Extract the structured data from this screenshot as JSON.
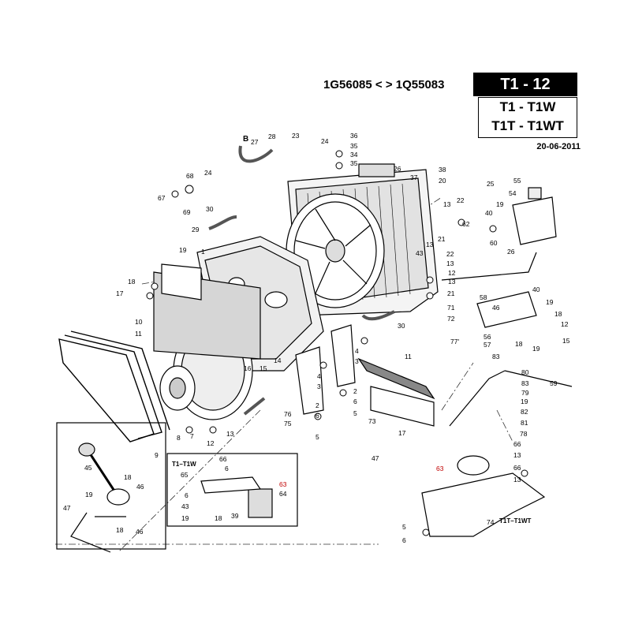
{
  "header": {
    "serial_range": "1G56085 < > 1Q55083",
    "code": "T1 - 12",
    "models": [
      "T1 - T1W",
      "T1T - T1WT"
    ],
    "date": "20-06-2011"
  },
  "insets": {
    "t1_t1w": "T1–T1W",
    "t1t_t1wt": "T1T–T1WT"
  },
  "callout_b": "B",
  "part_labels": [
    {
      "id": "27",
      "text": "27",
      "red": false
    },
    {
      "id": "28",
      "text": "28",
      "red": false
    },
    {
      "id": "23",
      "text": "23",
      "red": false
    },
    {
      "id": "24a",
      "text": "24",
      "red": false
    },
    {
      "id": "36",
      "text": "36",
      "red": false
    },
    {
      "id": "35a",
      "text": "35",
      "red": false
    },
    {
      "id": "34",
      "text": "34",
      "red": false
    },
    {
      "id": "35b",
      "text": "35",
      "red": false
    },
    {
      "id": "26a",
      "text": "26",
      "red": false
    },
    {
      "id": "37",
      "text": "37",
      "red": false
    },
    {
      "id": "38",
      "text": "38",
      "red": false
    },
    {
      "id": "20",
      "text": "20",
      "red": false
    },
    {
      "id": "25",
      "text": "25",
      "red": false
    },
    {
      "id": "55",
      "text": "55",
      "red": false
    },
    {
      "id": "54",
      "text": "54",
      "red": false
    },
    {
      "id": "68",
      "text": "68",
      "red": false
    },
    {
      "id": "24b",
      "text": "24",
      "red": false
    },
    {
      "id": "67",
      "text": "67",
      "red": false
    },
    {
      "id": "69",
      "text": "69",
      "red": false
    },
    {
      "id": "30a",
      "text": "30",
      "red": false
    },
    {
      "id": "29",
      "text": "29",
      "red": false
    },
    {
      "id": "13a",
      "text": "13",
      "red": false
    },
    {
      "id": "22a",
      "text": "22",
      "red": false
    },
    {
      "id": "40a",
      "text": "40",
      "red": false
    },
    {
      "id": "19a",
      "text": "19",
      "red": false
    },
    {
      "id": "62",
      "text": "62",
      "red": false
    },
    {
      "id": "21a",
      "text": "21",
      "red": false
    },
    {
      "id": "60",
      "text": "60",
      "red": false
    },
    {
      "id": "43a",
      "text": "43",
      "red": false
    },
    {
      "id": "13b",
      "text": "13",
      "red": false
    },
    {
      "id": "22b",
      "text": "22",
      "red": false
    },
    {
      "id": "13c",
      "text": "13",
      "red": false
    },
    {
      "id": "26b",
      "text": "26",
      "red": false
    },
    {
      "id": "12a",
      "text": "12",
      "red": false
    },
    {
      "id": "13d",
      "text": "13",
      "red": false
    },
    {
      "id": "21b",
      "text": "21",
      "red": false
    },
    {
      "id": "71",
      "text": "71",
      "red": false
    },
    {
      "id": "72",
      "text": "72",
      "red": false
    },
    {
      "id": "19b",
      "text": "19",
      "red": false
    },
    {
      "id": "1",
      "text": "1",
      "red": false
    },
    {
      "id": "18a",
      "text": "18",
      "red": false
    },
    {
      "id": "17a",
      "text": "17",
      "red": false
    },
    {
      "id": "10",
      "text": "10",
      "red": false
    },
    {
      "id": "11a",
      "text": "11",
      "red": false
    },
    {
      "id": "30b",
      "text": "30",
      "red": false
    },
    {
      "id": "40b",
      "text": "40",
      "red": false
    },
    {
      "id": "58",
      "text": "58",
      "red": false
    },
    {
      "id": "46a",
      "text": "46",
      "red": false
    },
    {
      "id": "19c",
      "text": "19",
      "red": false
    },
    {
      "id": "18b",
      "text": "18",
      "red": false
    },
    {
      "id": "12b",
      "text": "12",
      "red": false
    },
    {
      "id": "56",
      "text": "56",
      "red": false
    },
    {
      "id": "57",
      "text": "57",
      "red": false
    },
    {
      "id": "18c",
      "text": "18",
      "red": false
    },
    {
      "id": "19d",
      "text": "19",
      "red": false
    },
    {
      "id": "15a",
      "text": "15",
      "red": false
    },
    {
      "id": "77",
      "text": "77'",
      "red": false
    },
    {
      "id": "3a",
      "text": "3",
      "red": false
    },
    {
      "id": "4a",
      "text": "4",
      "red": false
    },
    {
      "id": "11b",
      "text": "11",
      "red": false
    },
    {
      "id": "83a",
      "text": "83",
      "red": false
    },
    {
      "id": "80",
      "text": "80",
      "red": false
    },
    {
      "id": "83b",
      "text": "83",
      "red": false
    },
    {
      "id": "79",
      "text": "79",
      "red": false
    },
    {
      "id": "59",
      "text": "59",
      "red": false
    },
    {
      "id": "19e",
      "text": "19",
      "red": false
    },
    {
      "id": "82",
      "text": "82",
      "red": false
    },
    {
      "id": "81",
      "text": "81",
      "red": false
    },
    {
      "id": "78",
      "text": "78",
      "red": false
    },
    {
      "id": "16",
      "text": "16",
      "red": false
    },
    {
      "id": "15b",
      "text": "15",
      "red": false
    },
    {
      "id": "14",
      "text": "14",
      "red": false
    },
    {
      "id": "4b",
      "text": "4",
      "red": false
    },
    {
      "id": "3b",
      "text": "3",
      "red": false
    },
    {
      "id": "2",
      "text": "2",
      "red": false
    },
    {
      "id": "6a",
      "text": "6",
      "red": false
    },
    {
      "id": "5a",
      "text": "5",
      "red": false
    },
    {
      "id": "73",
      "text": "73",
      "red": false
    },
    {
      "id": "76",
      "text": "76",
      "red": false
    },
    {
      "id": "75",
      "text": "75",
      "red": false
    },
    {
      "id": "2b",
      "text": "2",
      "red": false
    },
    {
      "id": "6b",
      "text": "6",
      "red": false
    },
    {
      "id": "5b",
      "text": "5",
      "red": false
    },
    {
      "id": "17b",
      "text": "17",
      "red": false
    },
    {
      "id": "66a",
      "text": "66",
      "red": false
    },
    {
      "id": "13e",
      "text": "13",
      "red": false
    },
    {
      "id": "7",
      "text": "7",
      "red": false
    },
    {
      "id": "8",
      "text": "8",
      "red": false
    },
    {
      "id": "12c",
      "text": "12",
      "red": false
    },
    {
      "id": "13f",
      "text": "13",
      "red": false
    },
    {
      "id": "9",
      "text": "9",
      "red": false
    },
    {
      "id": "47a",
      "text": "47",
      "red": false
    },
    {
      "id": "63a",
      "text": "63",
      "red": true
    },
    {
      "id": "66b",
      "text": "66",
      "red": false
    },
    {
      "id": "13g",
      "text": "13",
      "red": false
    },
    {
      "id": "45",
      "text": "45",
      "red": false
    },
    {
      "id": "18d",
      "text": "18",
      "red": false
    },
    {
      "id": "19f",
      "text": "19",
      "red": false
    },
    {
      "id": "46b",
      "text": "46",
      "red": false
    },
    {
      "id": "47b",
      "text": "47",
      "red": false
    },
    {
      "id": "18e",
      "text": "18",
      "red": false
    },
    {
      "id": "46c",
      "text": "46",
      "red": false
    },
    {
      "id": "66c",
      "text": "66",
      "red": false
    },
    {
      "id": "6c",
      "text": "6",
      "red": false
    },
    {
      "id": "65",
      "text": "65",
      "red": false
    },
    {
      "id": "63b",
      "text": "63",
      "red": true
    },
    {
      "id": "64",
      "text": "64",
      "red": false
    },
    {
      "id": "6d",
      "text": "6",
      "red": false
    },
    {
      "id": "43b",
      "text": "43",
      "red": false
    },
    {
      "id": "19g",
      "text": "19",
      "red": false
    },
    {
      "id": "18f",
      "text": "18",
      "red": false
    },
    {
      "id": "39",
      "text": "39",
      "red": false
    },
    {
      "id": "74",
      "text": "74",
      "red": false
    },
    {
      "id": "5c",
      "text": "5",
      "red": false
    },
    {
      "id": "6e",
      "text": "6",
      "red": false
    }
  ]
}
